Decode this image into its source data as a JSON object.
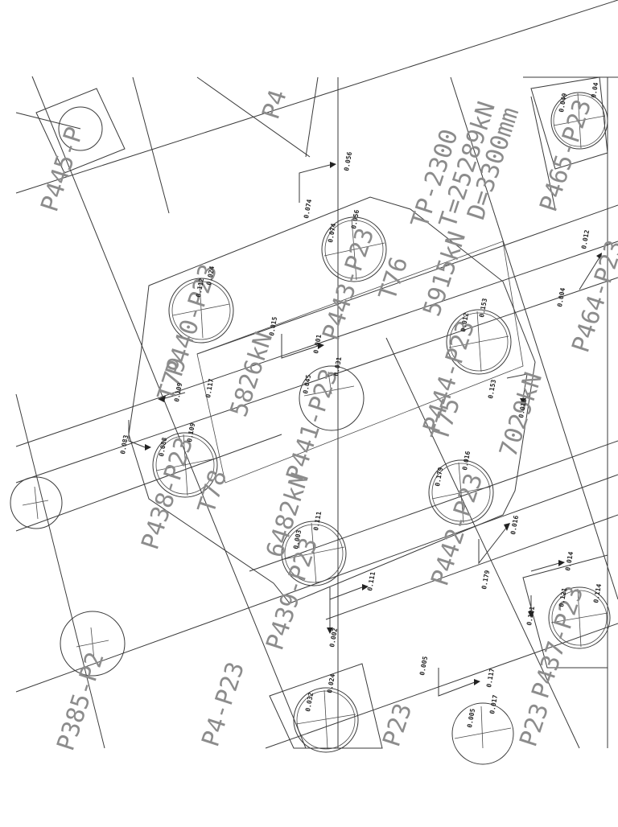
{
  "drawing": {
    "labels": {
      "p445": "P445-P",
      "p4_top": "P4",
      "tp_group": "TP-2300",
      "t_group": "T=25289kN",
      "d_group": "D=3300mm",
      "p465": "P465-P23",
      "p443": "P443-P23",
      "p440": "P440-P23",
      "t76": "T76",
      "t5915": "5915kN",
      "p441": "P441-P23",
      "t79": "T79",
      "t5826": "5826kN",
      "p438": "P438-P23",
      "t78": "T78",
      "t6482": "6482kN",
      "p444": "P444-P23",
      "t75": "T75",
      "t7029": "7029kN",
      "p442": "P442-P23",
      "p439": "P439-P23",
      "p437": "P437-P23",
      "p385": "P385-P2",
      "p464": "P464-P23",
      "p4_bottom": "P4-P23",
      "p23_bl": "P23",
      "p23_br": "P23"
    },
    "dims": {
      "d0_056": "0.056",
      "d0_074": "0.074",
      "d0_056b": "0.056",
      "d0_112": "0.112",
      "d0_024": "0.024",
      "d0_015": "0.015",
      "d0_0074": "0.074",
      "d0_001": "0.001",
      "d0_045": "0.045",
      "d0_031": "0.031",
      "d0_117": "0.117",
      "d0_109": "0.109",
      "d0_083": "0.083",
      "d0_088": "0.088",
      "d0_109b": "0.109",
      "d0_012": "0.012",
      "d0_153": "0.153",
      "d0_153b": "0.153",
      "d0_012b": "0.012",
      "d0_179": "0.179",
      "d0_016": "0.016",
      "d0_016b": "0.016",
      "d0_003": "0.003",
      "d0_111": "0.111",
      "d0_111b": "0.111",
      "d0_002": "0.002",
      "d0_179b": "0.179",
      "d0_014": "0.014",
      "d0_121": "0.121",
      "d0_114": "0.114",
      "d0_121b": "0.121",
      "d0_005": "0.005",
      "d0_117b": "0.117",
      "d0_032": "0.032",
      "d0_024b": "0.024",
      "d0_005b": "0.005",
      "d0_017": "0.017",
      "d0_049": "0.049",
      "d0_04": "0.04",
      "d0_004": "0.004",
      "d0_012c": "0.012"
    }
  }
}
